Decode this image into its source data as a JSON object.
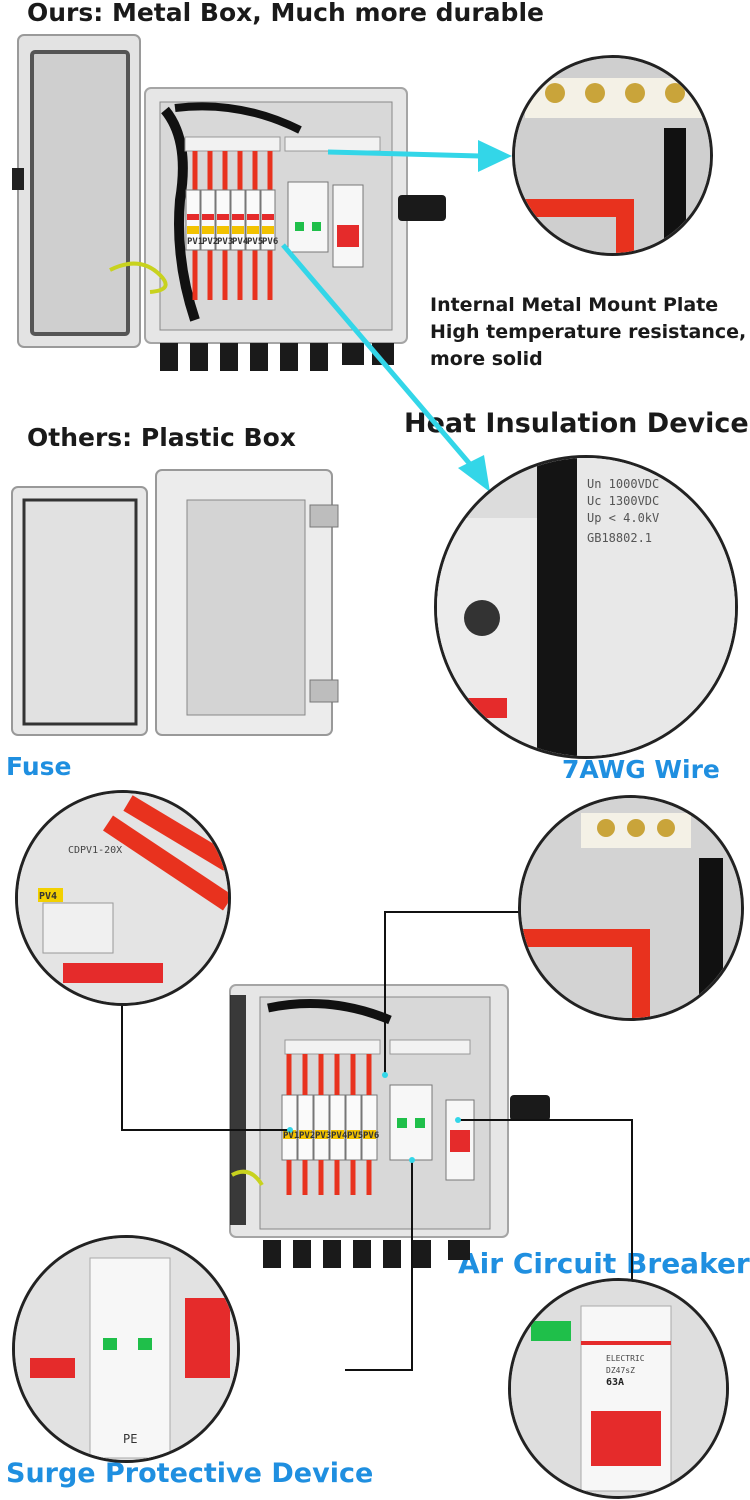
{
  "ours_title": "Ours: Metal Box, Much more durable",
  "plate_note": {
    "line1": "Internal Metal Mount Plate",
    "line2": "High temperature resistance,",
    "line3": "more solid"
  },
  "heat_title": "Heat Insulation Device",
  "others_title": "Others: Plastic Box",
  "callouts": {
    "fuse": "Fuse",
    "wire": "7AWG Wire",
    "breaker": "Air Circuit Breaker",
    "surge": "Surge Protective Device"
  },
  "pv_labels": [
    "PV1",
    "PV2",
    "PV3",
    "PV4",
    "PV5",
    "PV6"
  ],
  "spd_spec": {
    "un": "Un  1000VDC",
    "uc": "Uc  1300VDC",
    "up": "Up  < 4.0kV",
    "code": "GB18802.1"
  },
  "fuse_model": "CDPV1-20X",
  "fuse_pv_label": "PV4",
  "spd_pe": "PE",
  "breaker_text": {
    "brand": "ELECTRIC",
    "model": "DZ47sZ",
    "rating": "63A"
  },
  "colors": {
    "accent_blue": "#1f8fe0",
    "arrow_cyan": "#33d6e8",
    "breaker_red": "#e52b2b",
    "wire_red": "#e8321e"
  }
}
